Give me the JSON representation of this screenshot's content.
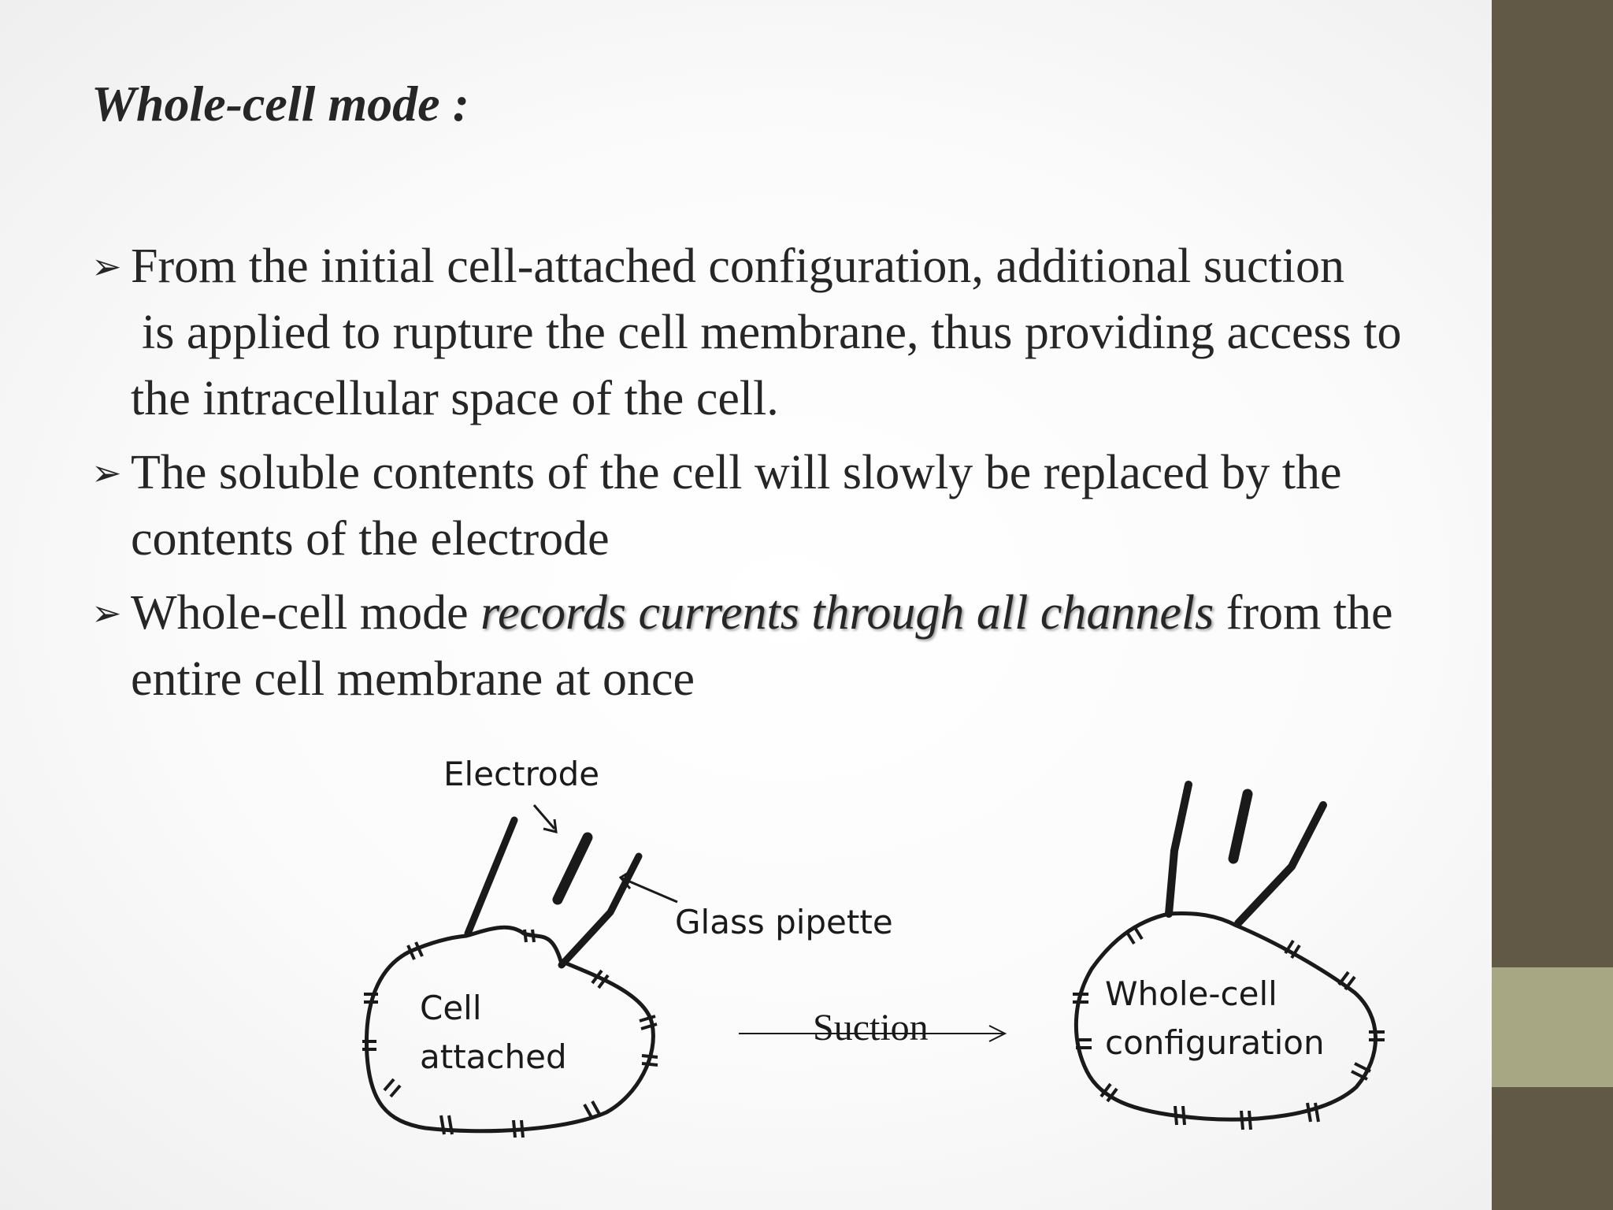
{
  "slide": {
    "title": "Whole-cell mode :",
    "bullets": [
      {
        "line1": "From the initial cell-attached configuration, additional suction",
        "line2": "is applied to rupture the cell membrane, thus providing access to",
        "line3": "the intracellular space of the cell."
      },
      {
        "line1": "The soluble contents of the cell will slowly be replaced by the",
        "line2": "contents of the electrode"
      },
      {
        "before": "Whole-cell mode ",
        "emphasis": "records currents through all channels",
        "after": " from the",
        "line2": "entire cell membrane at once"
      }
    ],
    "bullet_marker": "➢"
  },
  "diagram": {
    "electrode_label": "Electrode",
    "pipette_label": "Glass pipette",
    "cell_label_line1": "Cell",
    "cell_label_line2": "attached",
    "arrow_label": "Suction",
    "whole_label_line1": "Whole-cell",
    "whole_label_line2": "configuration"
  },
  "theme": {
    "sidebar_color": "#615945",
    "accent_color": "#a8a784"
  }
}
